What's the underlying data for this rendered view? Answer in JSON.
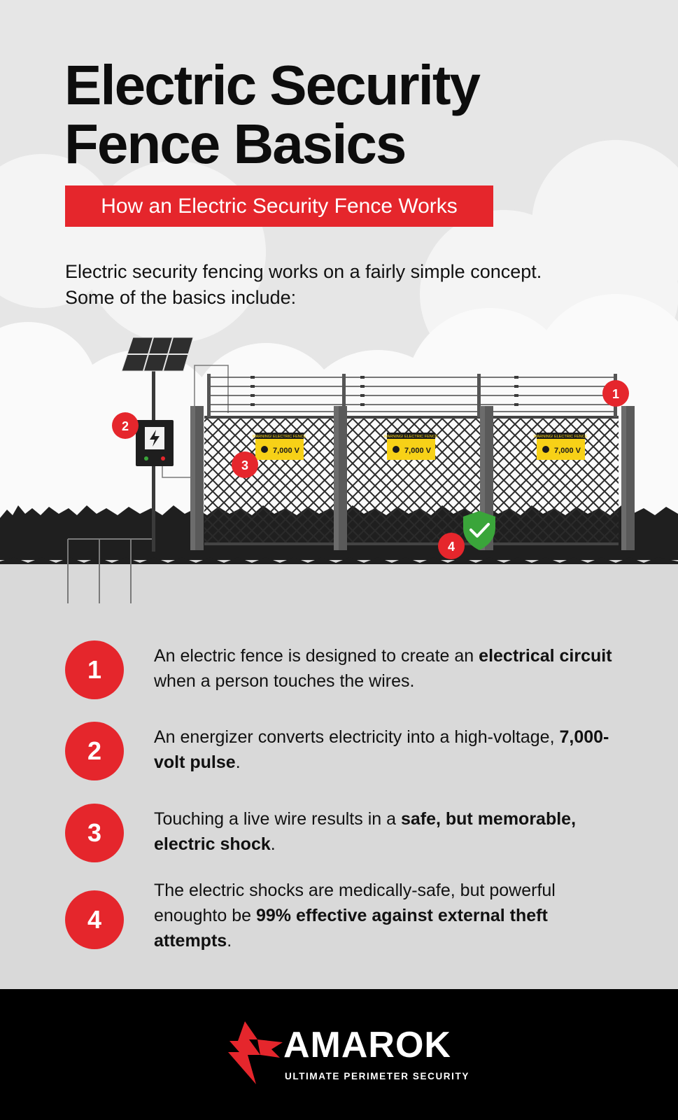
{
  "header": {
    "title_line1": "Electric Security",
    "title_line2": "Fence Basics",
    "subtitle": "How an Electric Security Fence Works"
  },
  "intro": {
    "line1": "Electric security fencing works on a fairly simple concept.",
    "line2": "Some of the basics include:"
  },
  "illustration": {
    "sign_warning": "WARNING! ELECTRIC FENCE",
    "sign_voltage": "7,000 V",
    "markers": [
      "1",
      "2",
      "3",
      "4"
    ]
  },
  "points": [
    {
      "number": "1",
      "pre": "An electric fence is designed to create an ",
      "bold": "electrical circuit",
      "post": " when a person touches the wires."
    },
    {
      "number": "2",
      "pre": "An energizer converts electricity into a high-voltage, ",
      "bold": "7,000-volt pulse",
      "post": "."
    },
    {
      "number": "3",
      "pre": "Touching a live wire results in a ",
      "bold": "safe, but memorable, electric shock",
      "post": "."
    },
    {
      "number": "4",
      "pre": "The electric shocks are medically-safe, but powerful enoughto be ",
      "bold": "99% effective against external theft attempts",
      "post": "."
    }
  ],
  "footer": {
    "brand": "AMAROK",
    "tagline": "ULTIMATE PERIMETER SECURITY"
  },
  "colors": {
    "accent": "#e5262c",
    "sign_yellow": "#f7d117",
    "shield_green": "#3aa53a",
    "background": "#d9d9d9",
    "footer": "#000000"
  }
}
